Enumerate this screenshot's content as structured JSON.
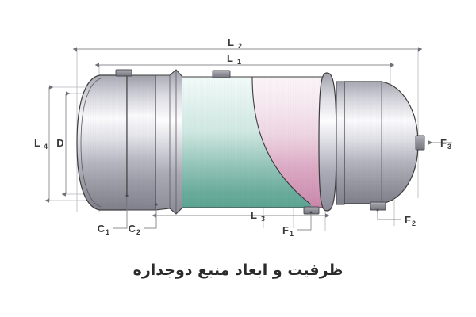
{
  "caption": {
    "text": "ظرفیت و ابعاد منبع دوجداره"
  },
  "diagram": {
    "type": "technical-cross-section",
    "subject": "double-wall tank (منبع دوجداره)",
    "labels": {
      "L1": "L",
      "L1_sub": "1",
      "L2": "L",
      "L2_sub": "2",
      "L3": "L",
      "L3_sub": "3",
      "L4": "L",
      "L4_sub": "4",
      "D": "D",
      "C1": "C",
      "C1_sub": "1",
      "C2": "C",
      "C2_sub": "2",
      "F1": "F",
      "F1_sub": "1",
      "F2": "F",
      "F2_sub": "2",
      "F3": "F",
      "F3_sub": "3"
    },
    "dimension_list": [
      "L1",
      "L2",
      "L3",
      "L4",
      "D",
      "C1",
      "C2",
      "F1",
      "F2",
      "F3"
    ],
    "colors": {
      "inner_vessel_teal": "#6fae9f",
      "inner_vessel_teal_light": "#dff0ec",
      "outer_jacket_pink": "#d9a0bd",
      "outer_jacket_pink_light": "#f3e2ec",
      "metal_light": "#fbfbfd",
      "metal_mid": "#c9c9d2",
      "metal_dark": "#8e8e99",
      "fitting_gray": "#8d8d93",
      "outline": "#3c3c3c",
      "dimension_line": "#8c8c93",
      "text": "#3a3a3a",
      "caption_text": "#2b2b2b",
      "background": "#ffffff"
    }
  }
}
